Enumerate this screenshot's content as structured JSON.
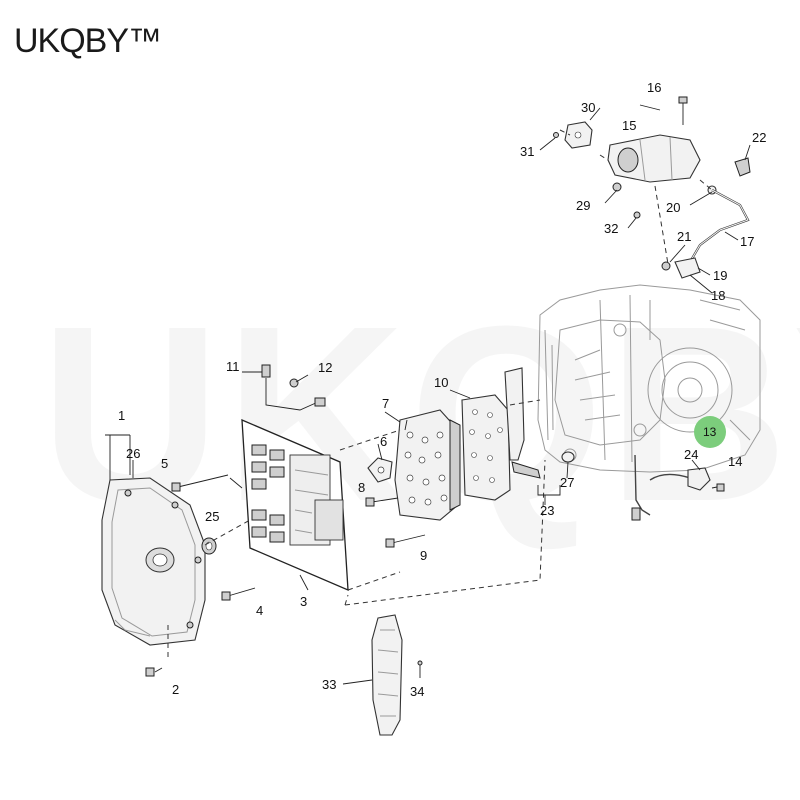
{
  "brand": {
    "logo_text": "UKQBY™"
  },
  "watermark_text": "UKQBY™",
  "highlight_color": "#7ccd7c",
  "callouts": {
    "c1": "1",
    "c2": "2",
    "c3": "3",
    "c4": "4",
    "c5": "5",
    "c6": "6",
    "c7": "7",
    "c8": "8",
    "c9": "9",
    "c10": "10",
    "c11": "11",
    "c12": "12",
    "c13": "13",
    "c14": "14",
    "c15": "15",
    "c16": "16",
    "c17": "17",
    "c18": "18",
    "c19": "19",
    "c20": "20",
    "c21": "21",
    "c22": "22",
    "c23": "23",
    "c24": "24",
    "c25": "25",
    "c26": "26",
    "c27": "27",
    "c29": "29",
    "c30": "30",
    "c31": "31",
    "c32": "32",
    "c33": "33",
    "c34": "34"
  }
}
